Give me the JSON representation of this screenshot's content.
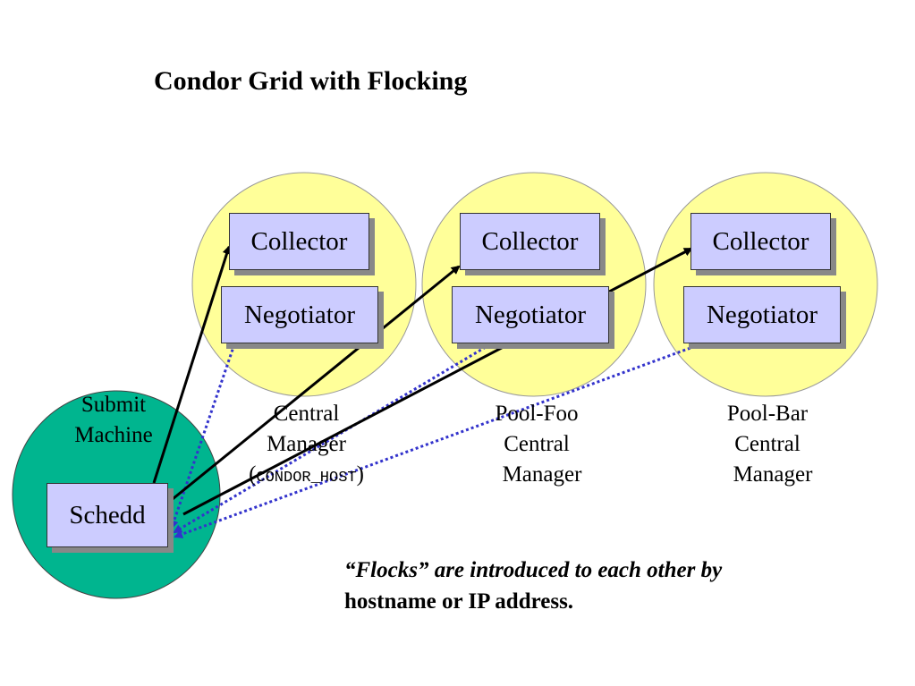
{
  "title": "Condor Grid with Flocking",
  "colors": {
    "pool_fill": "#ffff99",
    "submit_fill": "#00b58f",
    "daemon_fill": "#ccccff",
    "flock_arrow": "#3333cc",
    "solid_arrow": "#000000"
  },
  "submit_machine": {
    "label_line1": "Submit",
    "label_line2": "Machine",
    "schedd": "Schedd"
  },
  "pools": [
    {
      "collector": "Collector",
      "negotiator": "Negotiator",
      "label_line1": "Central",
      "label_line2": "Manager",
      "label_line3_open": "(",
      "label_line3_code": "CONDOR_HOST",
      "label_line3_close": ")"
    },
    {
      "collector": "Collector",
      "negotiator": "Negotiator",
      "label_line1": "Pool-Foo",
      "label_line2": "Central",
      "label_line3": "Manager"
    },
    {
      "collector": "Collector",
      "negotiator": "Negotiator",
      "label_line1": "Pool-Bar",
      "label_line2": "Central",
      "label_line3": "Manager"
    }
  ],
  "note": {
    "italic": "“Flocks” are introduced to each other by",
    "plain": "hostname or IP address."
  }
}
